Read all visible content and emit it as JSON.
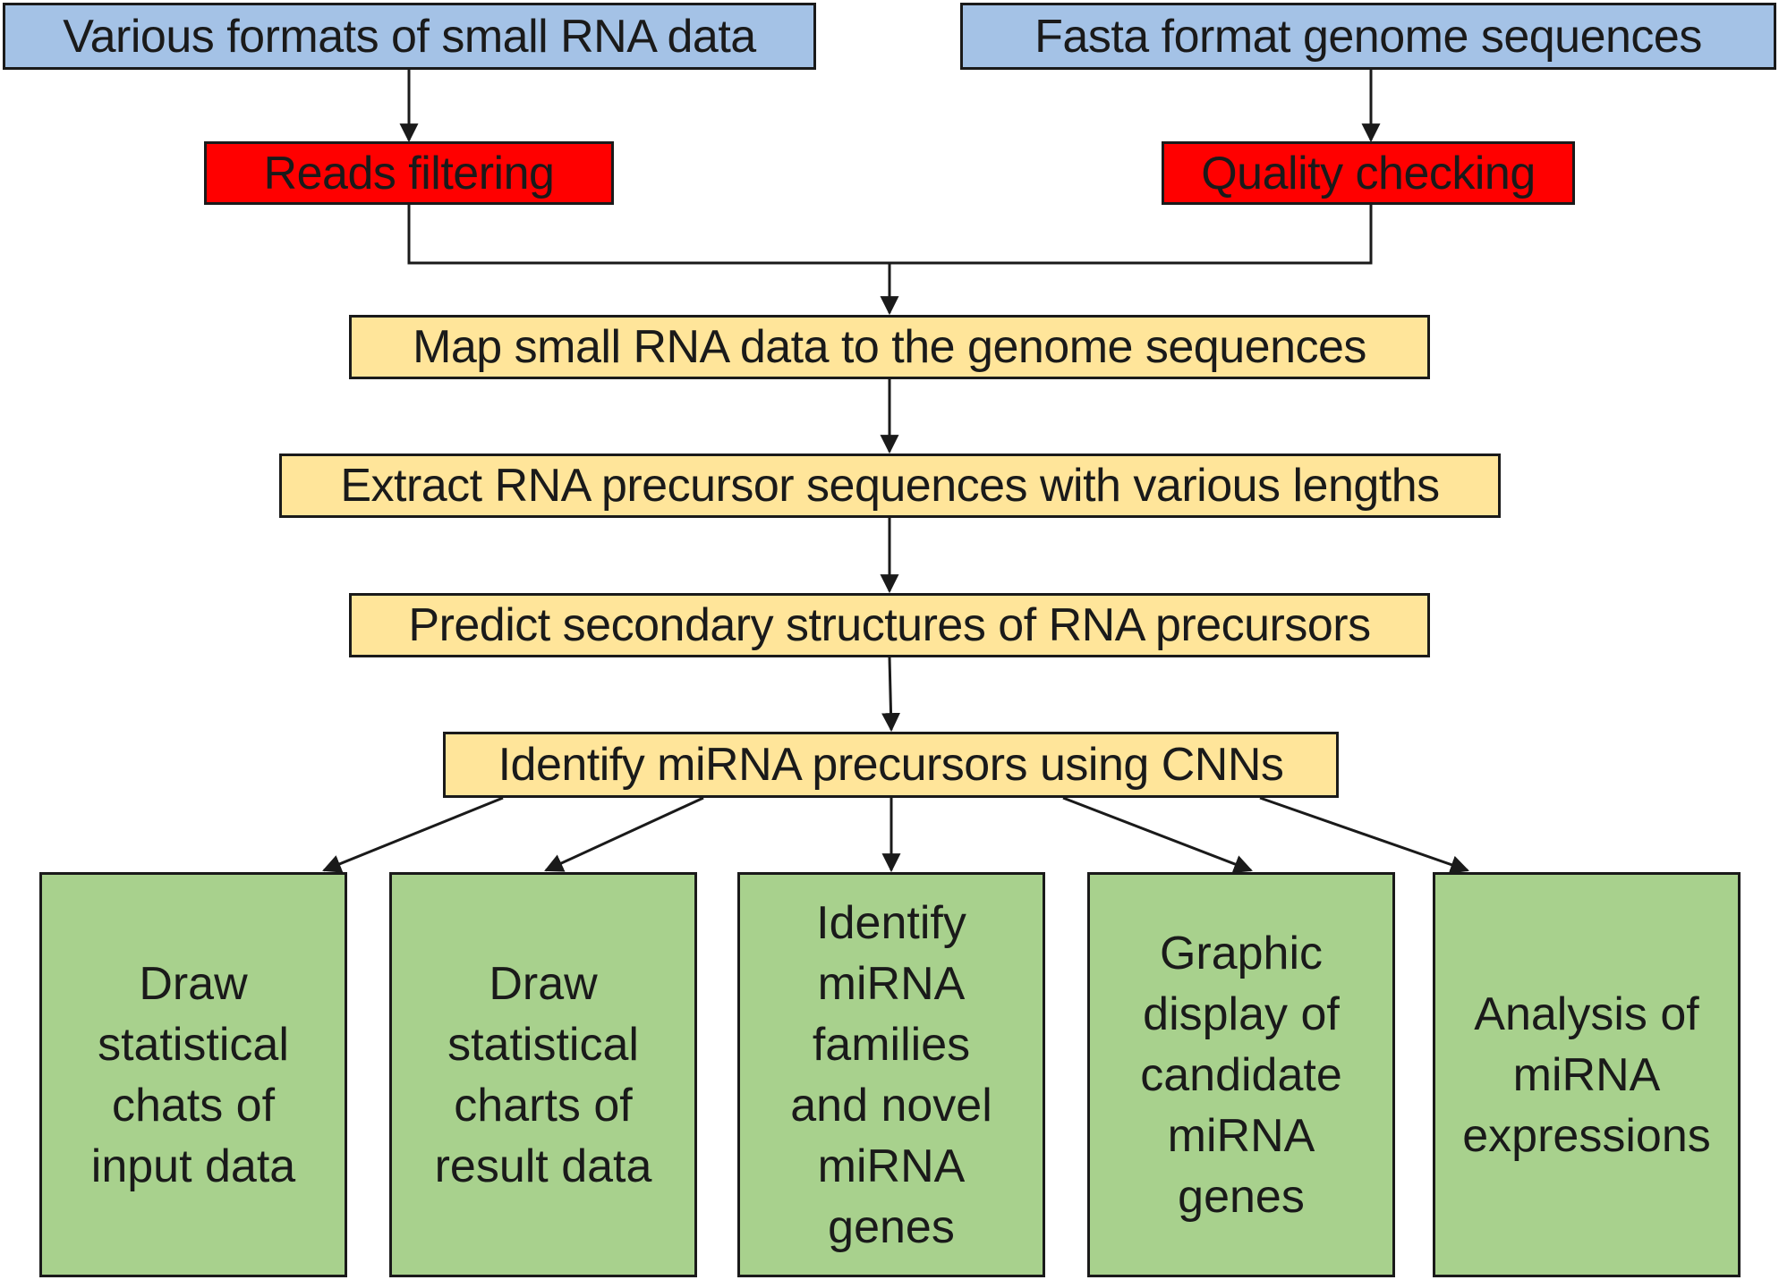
{
  "inputs": {
    "small_rna": "Various formats of small RNA data",
    "genome": "Fasta format genome sequences"
  },
  "preprocess": {
    "reads_filtering": "Reads filtering",
    "quality_checking": "Quality checking"
  },
  "pipeline": {
    "map": "Map small RNA data to the genome sequences",
    "extract": "Extract RNA precursor sequences with various lengths",
    "predict": "Predict secondary structures of RNA precursors",
    "identify": "Identify miRNA precursors using CNNs"
  },
  "outputs": [
    "Draw\nstatistical\nchats of\ninput data",
    "Draw\nstatistical\ncharts of\nresult data",
    "Identify\nmiRNA\nfamilies\nand novel\nmiRNA\ngenes",
    "Graphic\ndisplay of\ncandidate\nmiRNA\ngenes",
    "Analysis of\nmiRNA\nexpressions"
  ],
  "colors": {
    "input_fill": "#a4c2e6",
    "filter_fill": "#ff0000",
    "step_fill": "#ffe59a",
    "output_fill": "#a8d18d",
    "line": "#1a1a1a"
  }
}
